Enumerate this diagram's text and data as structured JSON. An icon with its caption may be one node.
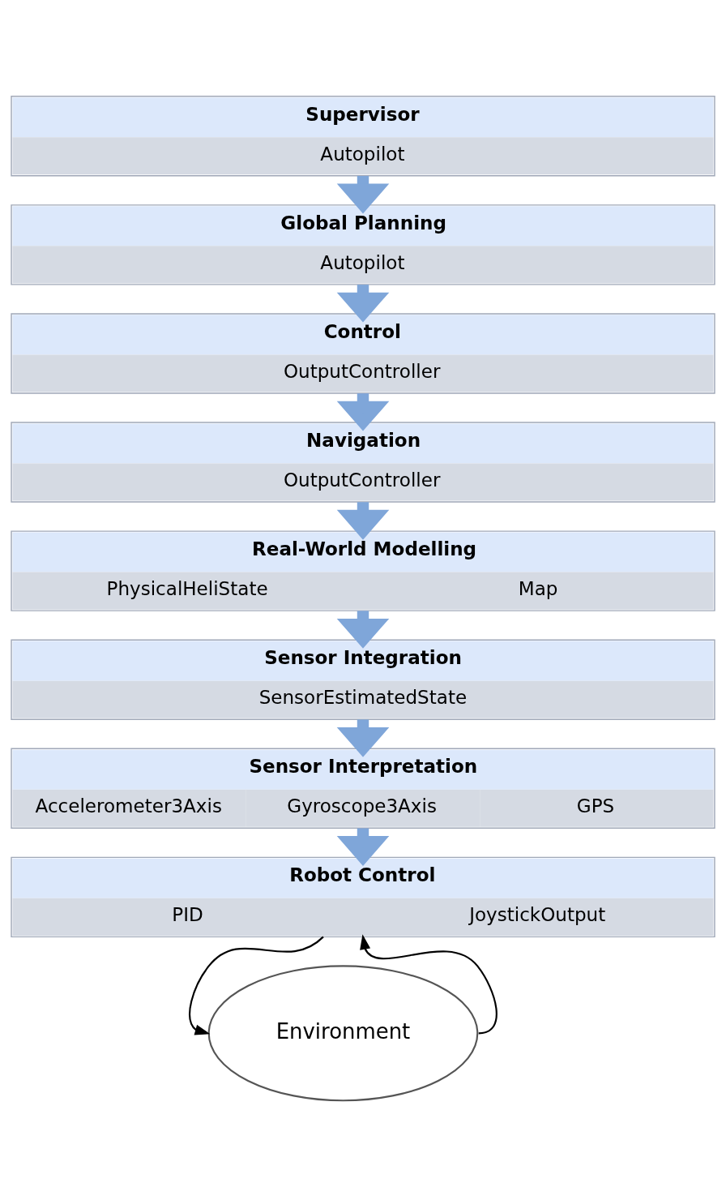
{
  "diagram": {
    "nodes": [
      {
        "text": [
          "Supervisor",
          "Autopilot"
        ]
      },
      {
        "text": [
          "Global Planning",
          "Autopilot"
        ]
      },
      {
        "text": [
          "Control",
          "OutputController"
        ]
      },
      {
        "text": [
          "Navigation",
          "OutputController"
        ]
      },
      {
        "text": [
          "Real-World Modelling",
          "PhysicalHeliState",
          "Map"
        ]
      },
      {
        "text": [
          "Sensor Integration",
          "SensorEstimatedState"
        ]
      },
      {
        "text": [
          "Sensor Interpretation",
          "Accelerometer3Axis",
          "Gyroscope3Axis",
          "GPS"
        ]
      },
      {
        "text": [
          "Robot Control",
          "PID",
          "JoystickOutput"
        ]
      },
      {
        "text": [
          "Environment"
        ]
      }
    ],
    "edges": [
      {
        "from": 0,
        "to": 1,
        "arrow": "to"
      },
      {
        "from": 1,
        "to": 2,
        "arrow": "to"
      },
      {
        "from": 2,
        "to": 3,
        "arrow": "to"
      },
      {
        "from": 3,
        "to": 4,
        "arrow": "to"
      },
      {
        "from": 4,
        "to": 5,
        "arrow": "to"
      },
      {
        "from": 5,
        "to": 6,
        "arrow": "to"
      },
      {
        "from": 6,
        "to": 7,
        "arrow": "to"
      },
      {
        "from": 7,
        "to": 8,
        "arrow": "to",
        "color": "#000000"
      },
      {
        "from": 8,
        "to": 7,
        "arrow": "to",
        "color": "#000000"
      }
    ]
  }
}
